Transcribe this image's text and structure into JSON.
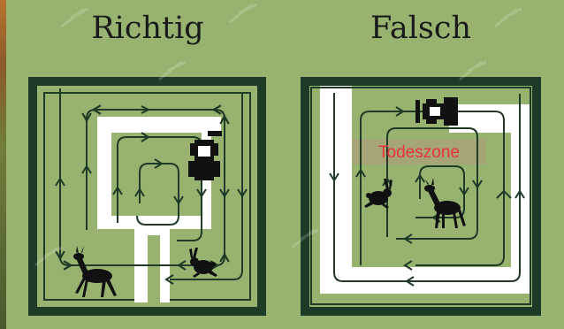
{
  "titles": {
    "left": "Richtig",
    "right": "Falsch"
  },
  "labels": {
    "zone": "Todeszone"
  },
  "colors": {
    "background": "#97b36f",
    "frame": "#1e3b27",
    "mowed": "#ffffff",
    "path": "#1f3a26",
    "zone_band": "#a7a278",
    "zone_text": "#e8323c",
    "silhouette": "#111111"
  },
  "icons": {
    "tractor": "tractor-icon",
    "deer": "deer-icon",
    "hare": "hare-icon"
  }
}
